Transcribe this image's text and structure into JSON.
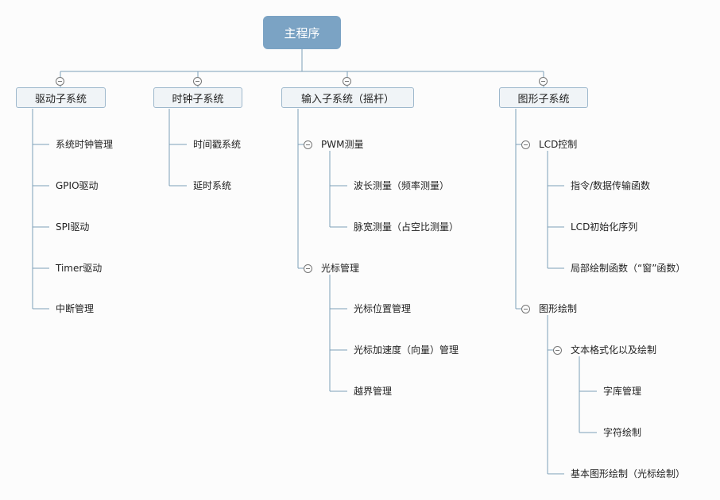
{
  "root": "主程序",
  "subsystems": {
    "drive": {
      "label": "驱动子系统",
      "items": [
        "系统时钟管理",
        "GPIO驱动",
        "SPI驱动",
        "Timer驱动",
        "中断管理"
      ]
    },
    "clock": {
      "label": "时钟子系统",
      "items": [
        "时间戳系统",
        "延时系统"
      ]
    },
    "input": {
      "label": "输入子系统（摇杆）",
      "pwm": {
        "label": "PWM测量",
        "items": [
          "波长测量（频率测量）",
          "脉宽测量（占空比测量）"
        ]
      },
      "cursor": {
        "label": "光标管理",
        "items": [
          "光标位置管理",
          "光标加速度（向量）管理",
          "越界管理"
        ]
      }
    },
    "graphics": {
      "label": "图形子系统",
      "lcd": {
        "label": "LCD控制",
        "items": [
          "指令/数据传输函数",
          "LCD初始化序列",
          "局部绘制函数（“窗”函数）"
        ]
      },
      "draw": {
        "label": "图形绘制",
        "text": {
          "label": "文本格式化以及绘制",
          "items": [
            "字库管理",
            "字符绘制"
          ]
        },
        "basic": "基本图形绘制（光标绘制）"
      }
    }
  },
  "colors": {
    "root_fill": "#7ba3c4",
    "box_fill": "#f0f4f7",
    "box_border": "#9eb8cc",
    "line": "#7d9fb8"
  }
}
